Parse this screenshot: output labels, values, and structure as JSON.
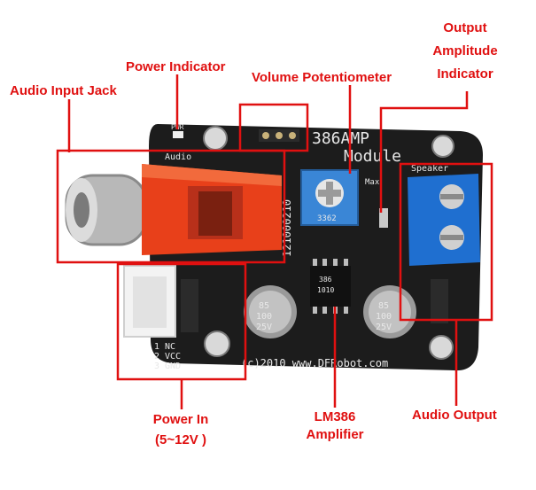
{
  "labels": {
    "audio_input_jack": "Audio Input Jack",
    "power_indicator": "Power Indicator",
    "volume_potentiometer": "Volume Potentiometer",
    "output_amplitude_indicator": [
      "Output",
      "Amplitude",
      "Indicator"
    ],
    "power_in": [
      "Power In",
      "(5~12V )"
    ],
    "lm386_amplifier": [
      "LM386",
      "Amplifier"
    ],
    "audio_output": "Audio Output"
  },
  "board_text": {
    "title_line1": "386AMP",
    "title_line2": "Module",
    "audio_tag": "Audio",
    "speaker_tag": "Speaker",
    "pwr_tag": "PWR",
    "max_tag": "Max",
    "part_number": "121000210",
    "copyright": "(c)2010 www.DFRobot.com",
    "pin_1": "1",
    "pin_2": "2",
    "pin_3": "3",
    "pin_nc": "NC",
    "pin_vcc": "VCC",
    "pin_gnd": "GND",
    "cap_left": [
      "85",
      "100",
      "25V"
    ],
    "cap_right": [
      "85",
      "100",
      "25V"
    ],
    "pot_marking": "3362",
    "ic_marking": [
      "386",
      "1010"
    ]
  },
  "colors": {
    "callout": "#e01010",
    "board": "#1c1c1c",
    "jack_body": "#e8401a",
    "terminal_block": "#1f6fd0",
    "potentiometer": "#3a86d6"
  }
}
